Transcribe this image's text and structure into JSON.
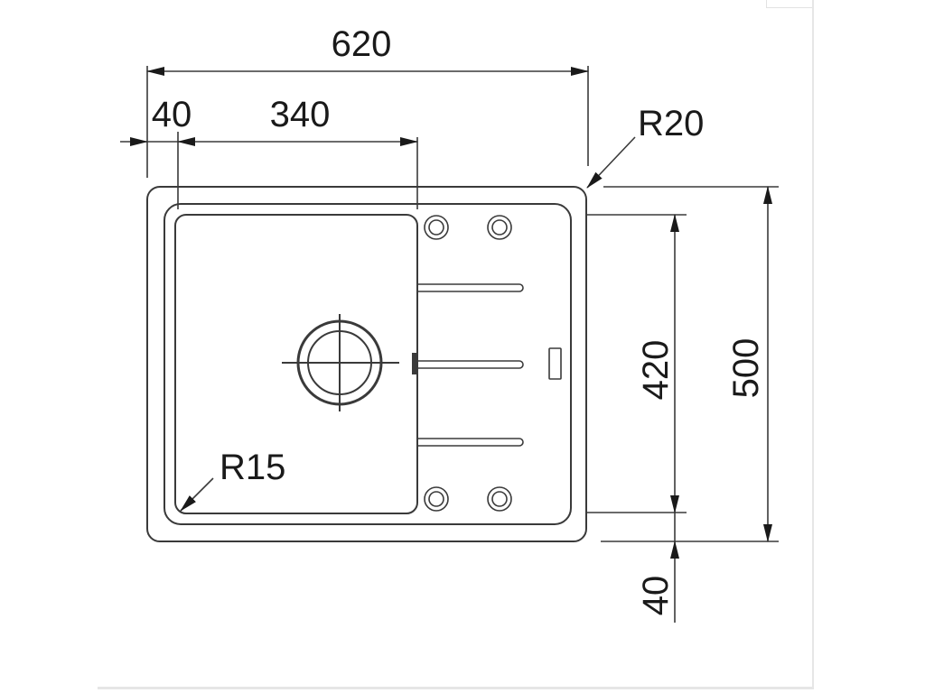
{
  "drawing": {
    "subject": "Kitchen sink with drainer — dimensioned top view",
    "units": "mm",
    "dimensions": {
      "overall_width": "620",
      "rim_offset_left": "40",
      "bowl_width": "340",
      "overall_depth": "500",
      "bowl_depth": "420",
      "rim_offset_bottom": "40",
      "outer_corner_radius": "R20",
      "bowl_corner_radius": "R15"
    },
    "features": [
      "outer-rim",
      "inner-rim",
      "bowl",
      "drain-waste",
      "drainer-grooves-3",
      "tap-holes-4",
      "overflow-slot"
    ]
  },
  "colors": {
    "line": "#3a3a3a",
    "text": "#1a1a1a",
    "background": "#ffffff"
  }
}
